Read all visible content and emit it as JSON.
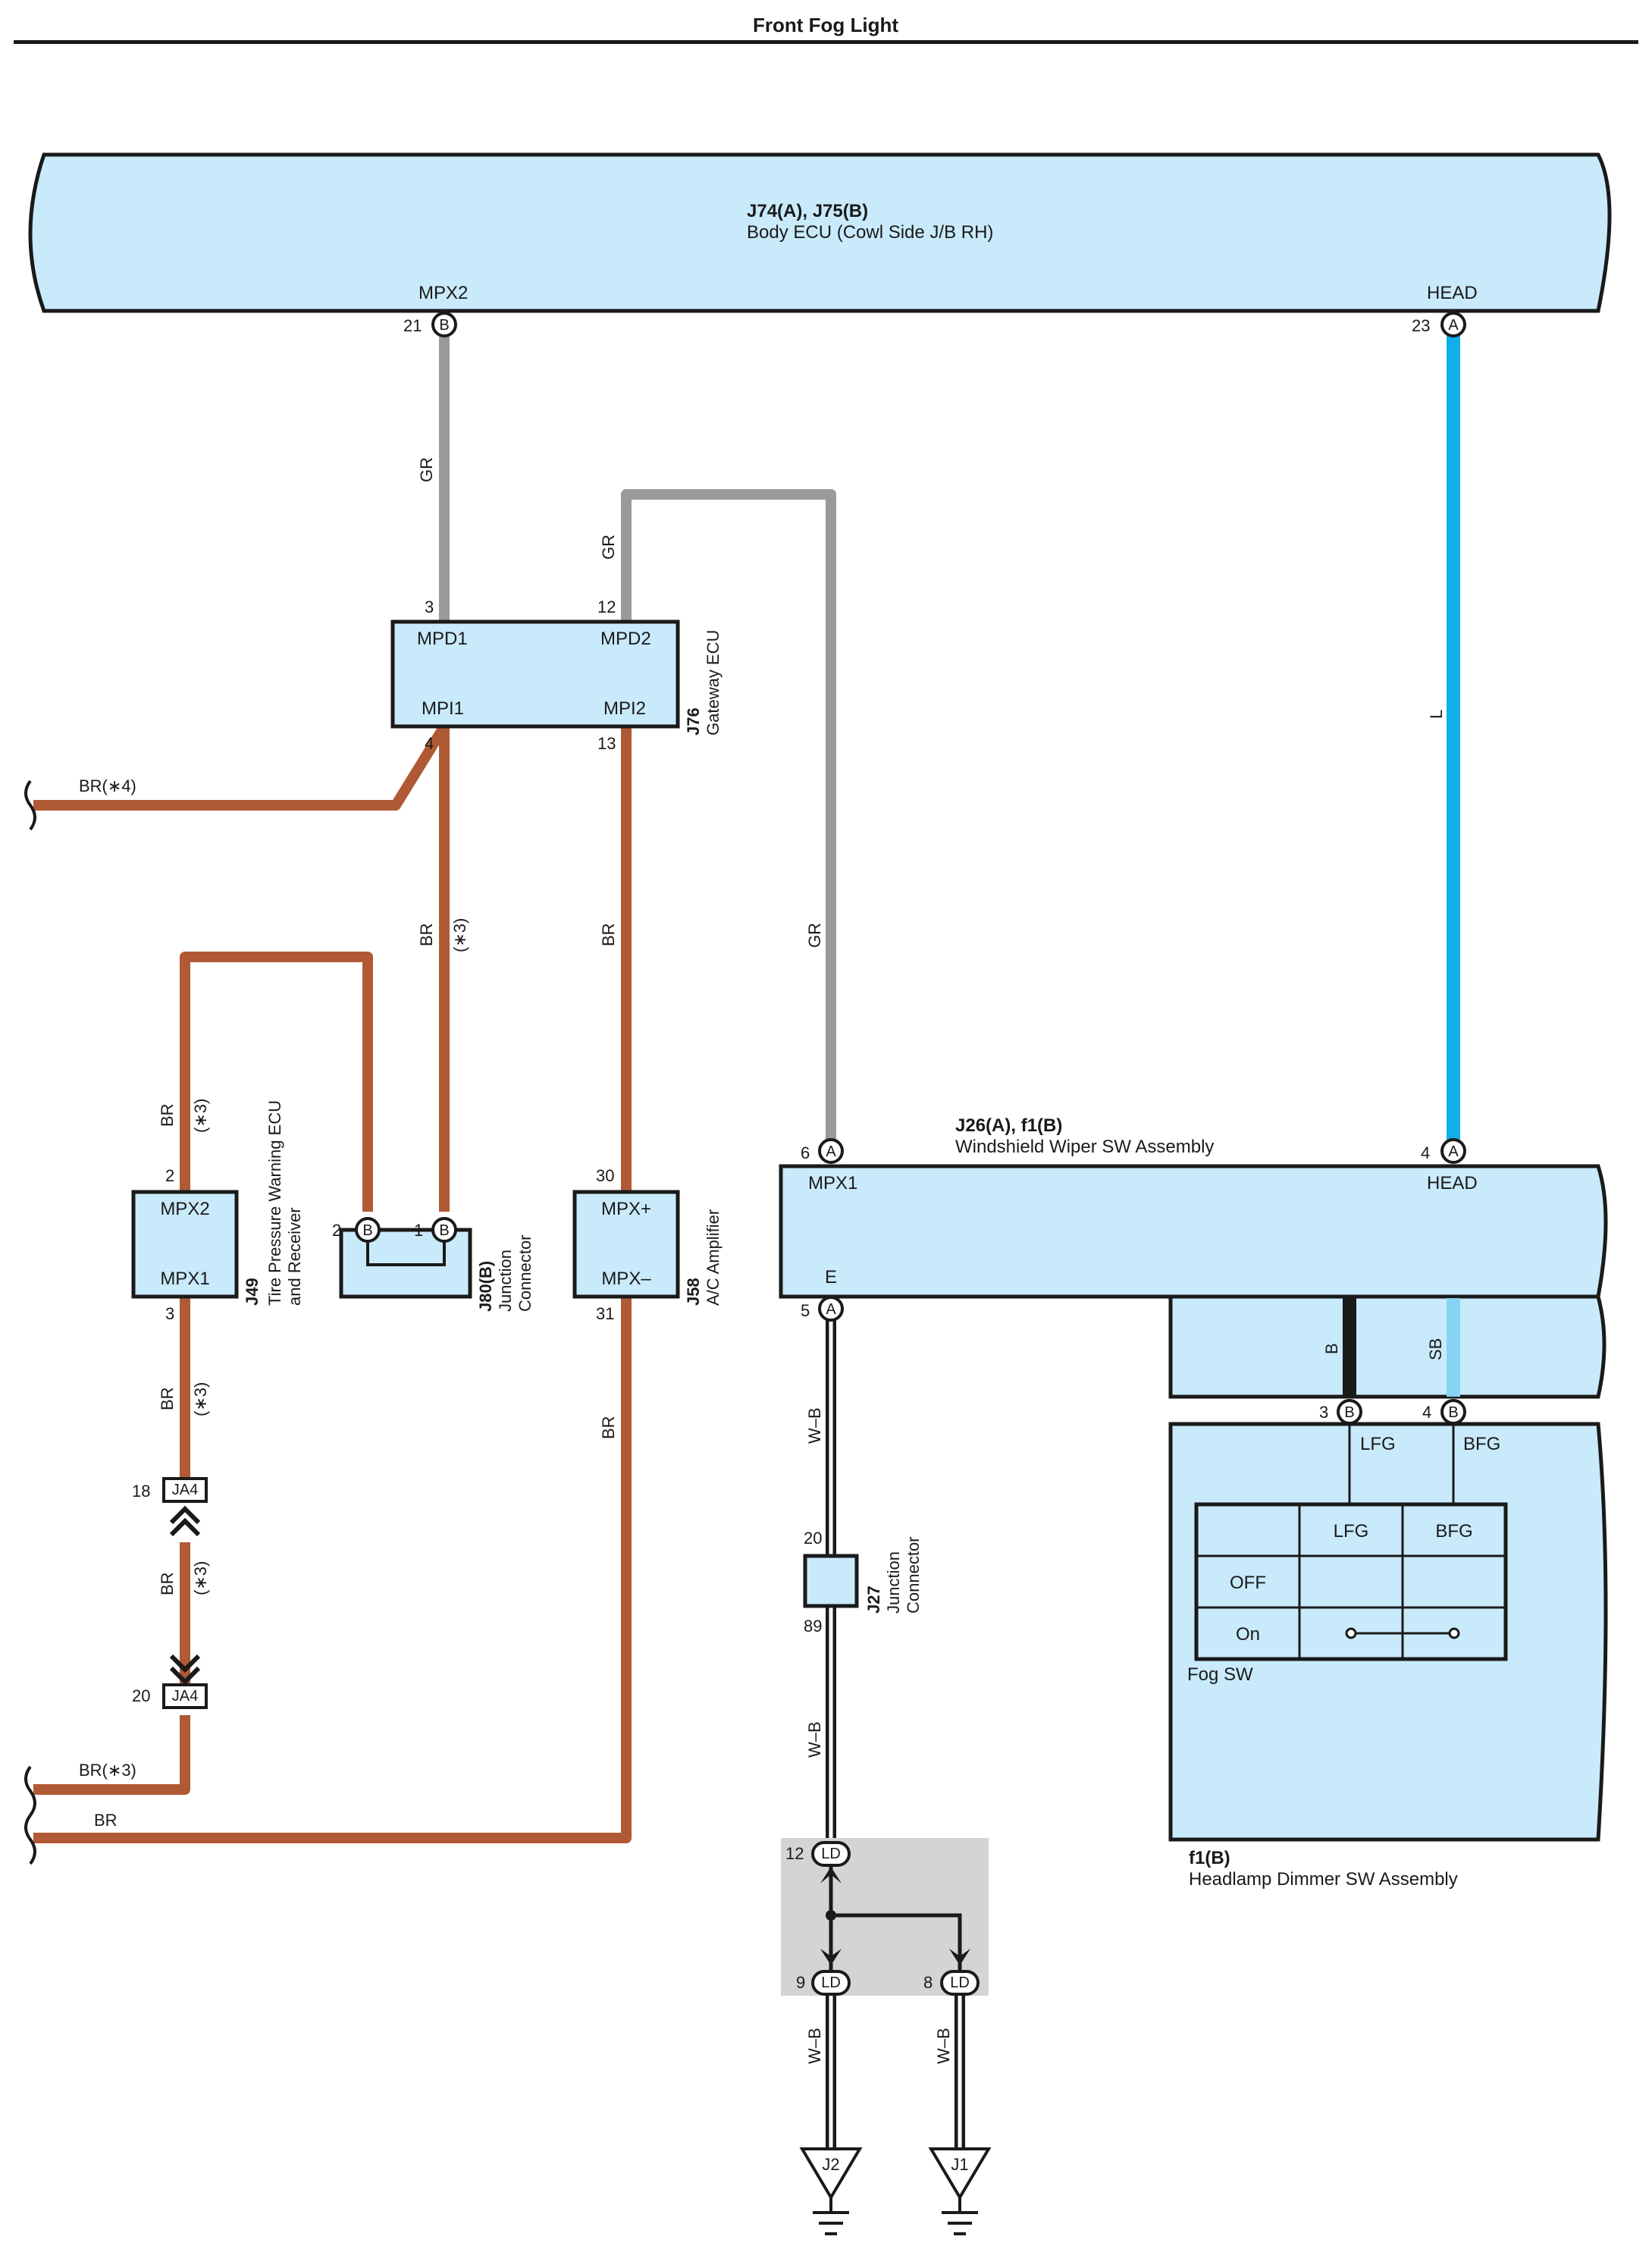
{
  "title": "Front Fog Light",
  "components": {
    "body_ecu": {
      "code": "J74(A), J75(B)",
      "name": "Body ECU (Cowl Side J/B RH)",
      "pin_mpx2": "MPX2",
      "pin_head": "HEAD",
      "pin21": "21",
      "pin23": "23",
      "conn_b": "B",
      "conn_a": "A"
    },
    "gateway_ecu": {
      "code": "J76",
      "name": "Gateway ECU",
      "pin_mpd1": "MPD1",
      "pin_mpd2": "MPD2",
      "pin_mpi1": "MPI1",
      "pin_mpi2": "MPI2",
      "pin3": "3",
      "pin12": "12",
      "pin4": "4",
      "pin13": "13"
    },
    "tire_ecu": {
      "code": "J49",
      "name_line1": "Tire Pressure Warning ECU",
      "name_line2": "and Receiver",
      "pin_mpx2": "MPX2",
      "pin_mpx1": "MPX1",
      "pin2": "2",
      "pin3": "3"
    },
    "junction_j80": {
      "code": "J80(B)",
      "name_line1": "Junction",
      "name_line2": "Connector",
      "pin2": "2",
      "pin1": "1",
      "conn": "B"
    },
    "ac_amp": {
      "code": "J58",
      "name": "A/C Amplifier",
      "pin_plus": "MPX+",
      "pin_minus": "MPX–",
      "pin30": "30",
      "pin31": "31"
    },
    "wiper_sw": {
      "code": "J26(A), f1(B)",
      "name": "Windshield Wiper SW Assembly",
      "pin_mpx1": "MPX1",
      "pin_head": "HEAD",
      "pin_e": "E",
      "pin6": "6",
      "pin4": "4",
      "pin5": "5",
      "conn_a": "A"
    },
    "dimmer_sw": {
      "code": "f1(B)",
      "name": "Headlamp Dimmer SW Assembly",
      "pin_lfg": "LFG",
      "pin_bfg": "BFG",
      "pin3": "3",
      "pin4": "4",
      "conn_b": "B"
    },
    "fog_sw": {
      "label": "Fog SW",
      "col_lfg": "LFG",
      "col_bfg": "BFG",
      "row_off": "OFF",
      "row_on": "On"
    },
    "junction_j27": {
      "code": "J27",
      "name_line1": "Junction",
      "name_line2": "Connector",
      "pin20": "20",
      "pin89": "89"
    },
    "ja4": {
      "label": "JA4",
      "pin18": "18",
      "pin20": "20"
    },
    "ld": {
      "label": "LD",
      "pin12": "12",
      "pin9": "9",
      "pin8": "8"
    },
    "ground_j2": "J2",
    "ground_j1": "J1"
  },
  "wire_labels": {
    "gr": "GR",
    "br": "BR",
    "l": "L",
    "wb": "W–B",
    "b": "B",
    "sb": "SB",
    "note3": "(∗3)",
    "br_note4": "BR(∗4)",
    "br_note3": "BR(∗3)",
    "br_plain": "BR"
  },
  "colors": {
    "gr": "#9a9a9a",
    "br": "#b05a35",
    "l": "#11aee8",
    "sb": "#86d3f3",
    "wb_outer": "#1a1a1a",
    "wb_inner": "#ffffff",
    "box_fill": "#c9eafb",
    "splice_bg": "#d3d4d6"
  }
}
